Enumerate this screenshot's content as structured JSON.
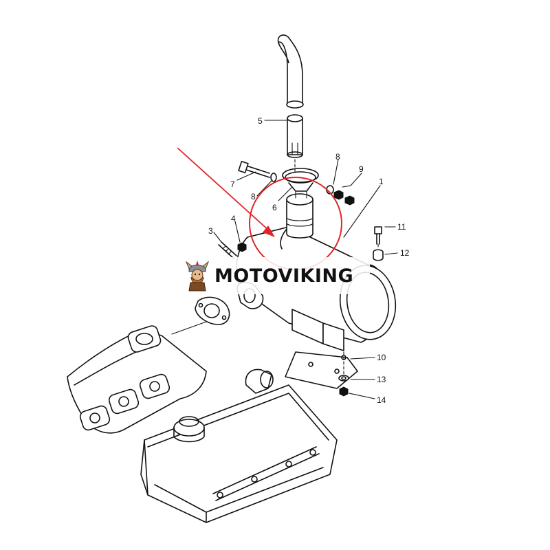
{
  "brand": {
    "name": "MOTOVIKING",
    "logo_icon": "viking-mascot-icon",
    "text_color": "#111111"
  },
  "callouts": [
    {
      "id": "1",
      "label": "1"
    },
    {
      "id": "3",
      "label": "3"
    },
    {
      "id": "4",
      "label": "4"
    },
    {
      "id": "5",
      "label": "5"
    },
    {
      "id": "6",
      "label": "6"
    },
    {
      "id": "7",
      "label": "7"
    },
    {
      "id": "8a",
      "label": "8"
    },
    {
      "id": "8b",
      "label": "8"
    },
    {
      "id": "9",
      "label": "9"
    },
    {
      "id": "10",
      "label": "10"
    },
    {
      "id": "11",
      "label": "11"
    },
    {
      "id": "12",
      "label": "12"
    },
    {
      "id": "13",
      "label": "13"
    },
    {
      "id": "14",
      "label": "14"
    }
  ],
  "highlight": {
    "color": "#e0242a",
    "target": "muffler-outlet-pipe"
  },
  "line_color": "#111111"
}
